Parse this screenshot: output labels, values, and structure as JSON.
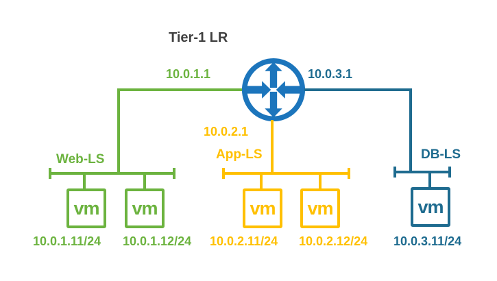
{
  "title": "Tier-1 LR",
  "colors": {
    "router_blue": "#1C75BC",
    "web_green": "#6CB33F",
    "app_yellow": "#FFC000",
    "db_teal": "#1E6B8F",
    "title_gray": "#404040",
    "background": "#FFFFFF"
  },
  "icons": {
    "router": "router-icon"
  },
  "segments": [
    {
      "label": "Web-LS",
      "uplink_ip": "10.0.1.1",
      "vms": [
        {
          "name": "vm",
          "ip": "10.0.1.11/24"
        },
        {
          "name": "vm",
          "ip": "10.0.1.12/24"
        }
      ]
    },
    {
      "label": "App-LS",
      "uplink_ip": "10.0.2.1",
      "vms": [
        {
          "name": "vm",
          "ip": "10.0.2.11/24"
        },
        {
          "name": "vm",
          "ip": "10.0.2.12/24"
        }
      ]
    },
    {
      "label": "DB-LS",
      "uplink_ip": "10.0.3.1",
      "vms": [
        {
          "name": "vm",
          "ip": "10.0.3.11/24"
        }
      ]
    }
  ]
}
